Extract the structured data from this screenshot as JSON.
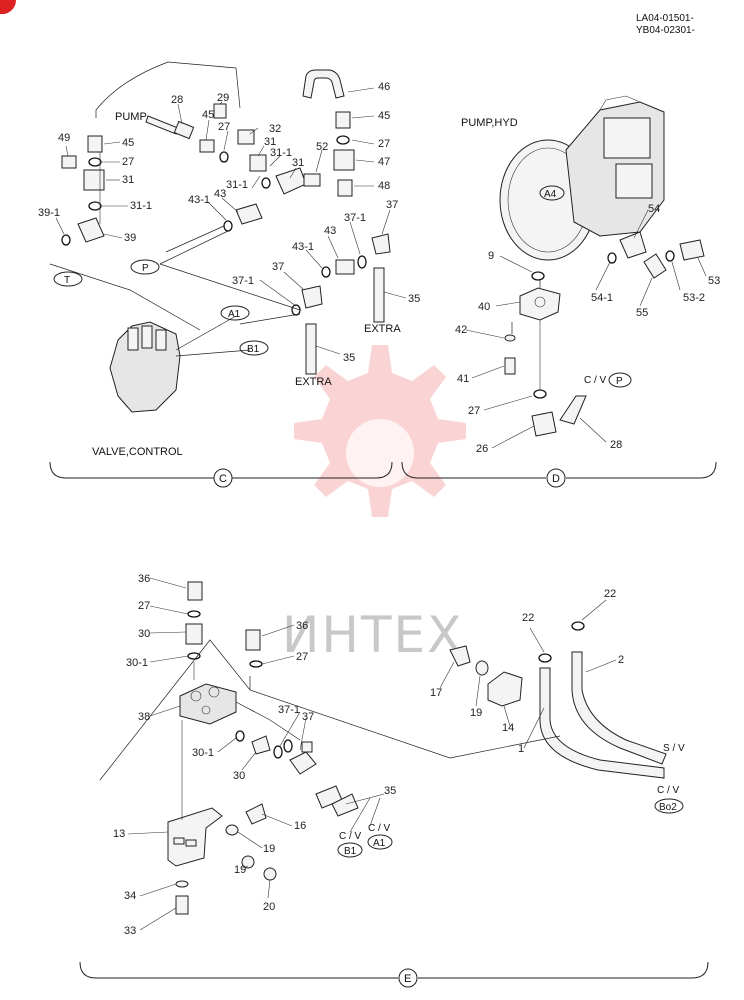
{
  "doc_refs": {
    "line1": "LA04-01501-",
    "line2": "YB04-02301-"
  },
  "watermark": {
    "text": "ИНТЕХ"
  },
  "sections": {
    "c": "C",
    "d": "D",
    "e": "E"
  },
  "labels": {
    "pump": "PUMP",
    "pump_hyd": "PUMP,HYD",
    "valve_control": "VALVE,CONTROL",
    "extra1": "EXTRA",
    "extra2": "EXTRA",
    "cv_p": "C / V",
    "cv_b1": "C / V",
    "cv_a1": "C / V",
    "cv_bo2": "C / V",
    "sv": "S / V"
  },
  "ports": {
    "t": "T",
    "p": "P",
    "a1": "A1",
    "b1": "B1",
    "a4": "A4",
    "p2": "P",
    "b1e": "B1",
    "a1e": "A1",
    "bo2": "Bo2"
  },
  "callouts": {
    "c28": "28",
    "c29": "29",
    "c45a": "45",
    "c27a": "27",
    "c32": "32",
    "c31a": "31",
    "c31_1a": "31-1",
    "c31_1b": "31-1",
    "c31b": "31",
    "c46": "46",
    "c45b": "45",
    "c27b": "27",
    "c47": "47",
    "c52": "52",
    "c48": "48",
    "c49": "49",
    "c45c": "45",
    "c27c": "27",
    "c31c": "31",
    "c31_1c": "31-1",
    "c39_1": "39-1",
    "c39": "39",
    "c43_1a": "43-1",
    "c43a": "43",
    "c37_1a": "37-1",
    "c37a": "37",
    "c43b": "43",
    "c43_1b": "43-1",
    "c37_1b": "37-1",
    "c37b": "37",
    "c35a": "35",
    "c35b": "35",
    "d9": "9",
    "d54": "54",
    "d54_1": "54-1",
    "d53": "53",
    "d53_2": "53-2",
    "d55": "55",
    "d40": "40",
    "d42": "42",
    "d41": "41",
    "d27": "27",
    "d26": "26",
    "d28": "28",
    "e36a": "36",
    "e27a": "27",
    "e30a": "30",
    "e30_1a": "30-1",
    "e36b": "36",
    "e27b": "27",
    "e38": "38",
    "e30_1b": "30-1",
    "e30b": "30",
    "e37_1": "37-1",
    "e37": "37",
    "e35": "35",
    "e16": "16",
    "e13": "13",
    "e19a": "19",
    "e19b": "19",
    "e20": "20",
    "e34": "34",
    "e33": "33",
    "e17": "17",
    "e19c": "19",
    "e14": "14",
    "e22a": "22",
    "e22b": "22",
    "e2": "2",
    "e1": "1"
  }
}
